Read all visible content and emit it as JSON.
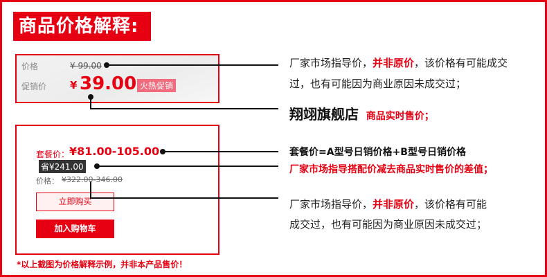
{
  "header": {
    "title": "商品价格解释:"
  },
  "price_box": {
    "price_label": "价格",
    "original_price": "¥ 99.00",
    "promo_label": "促销价",
    "currency": "¥",
    "promo_price": "39.00",
    "promo_tag": "火热促销"
  },
  "package_box": {
    "package_label": "套餐价：",
    "package_price": "¥81.00-105.00",
    "save_badge": "省¥241.00",
    "price_label": "价格：",
    "original_range": "¥322.00-346.00",
    "buy_now_label": "立即购买",
    "add_cart_label": "加入购物车"
  },
  "explanations": {
    "line1_a": "厂家市场指导价，",
    "line1_b": "并非原价",
    "line1_c": "，该价格有可能成交",
    "line2": "过，也有可能因为商业原因未成交过；",
    "store_name": "翔翊旗舰店",
    "store_note": "商品实时售价；",
    "package_note": "套餐价=A型号日销价格+B型号日销价格",
    "save_note": "厂家市场指导搭配价减去商品实时售价的差值；",
    "line3_a": "厂家市场指导价，",
    "line3_b": "并非原价",
    "line3_c": "，该价格有可能",
    "line4": "成交过，也有可能因为商业原因未成交过；"
  },
  "footer_note": "*以上截图为价格解释示例，并非本产品售价！",
  "colors": {
    "accent": "#e60012",
    "text": "#222222",
    "muted": "#8a8a8a"
  }
}
